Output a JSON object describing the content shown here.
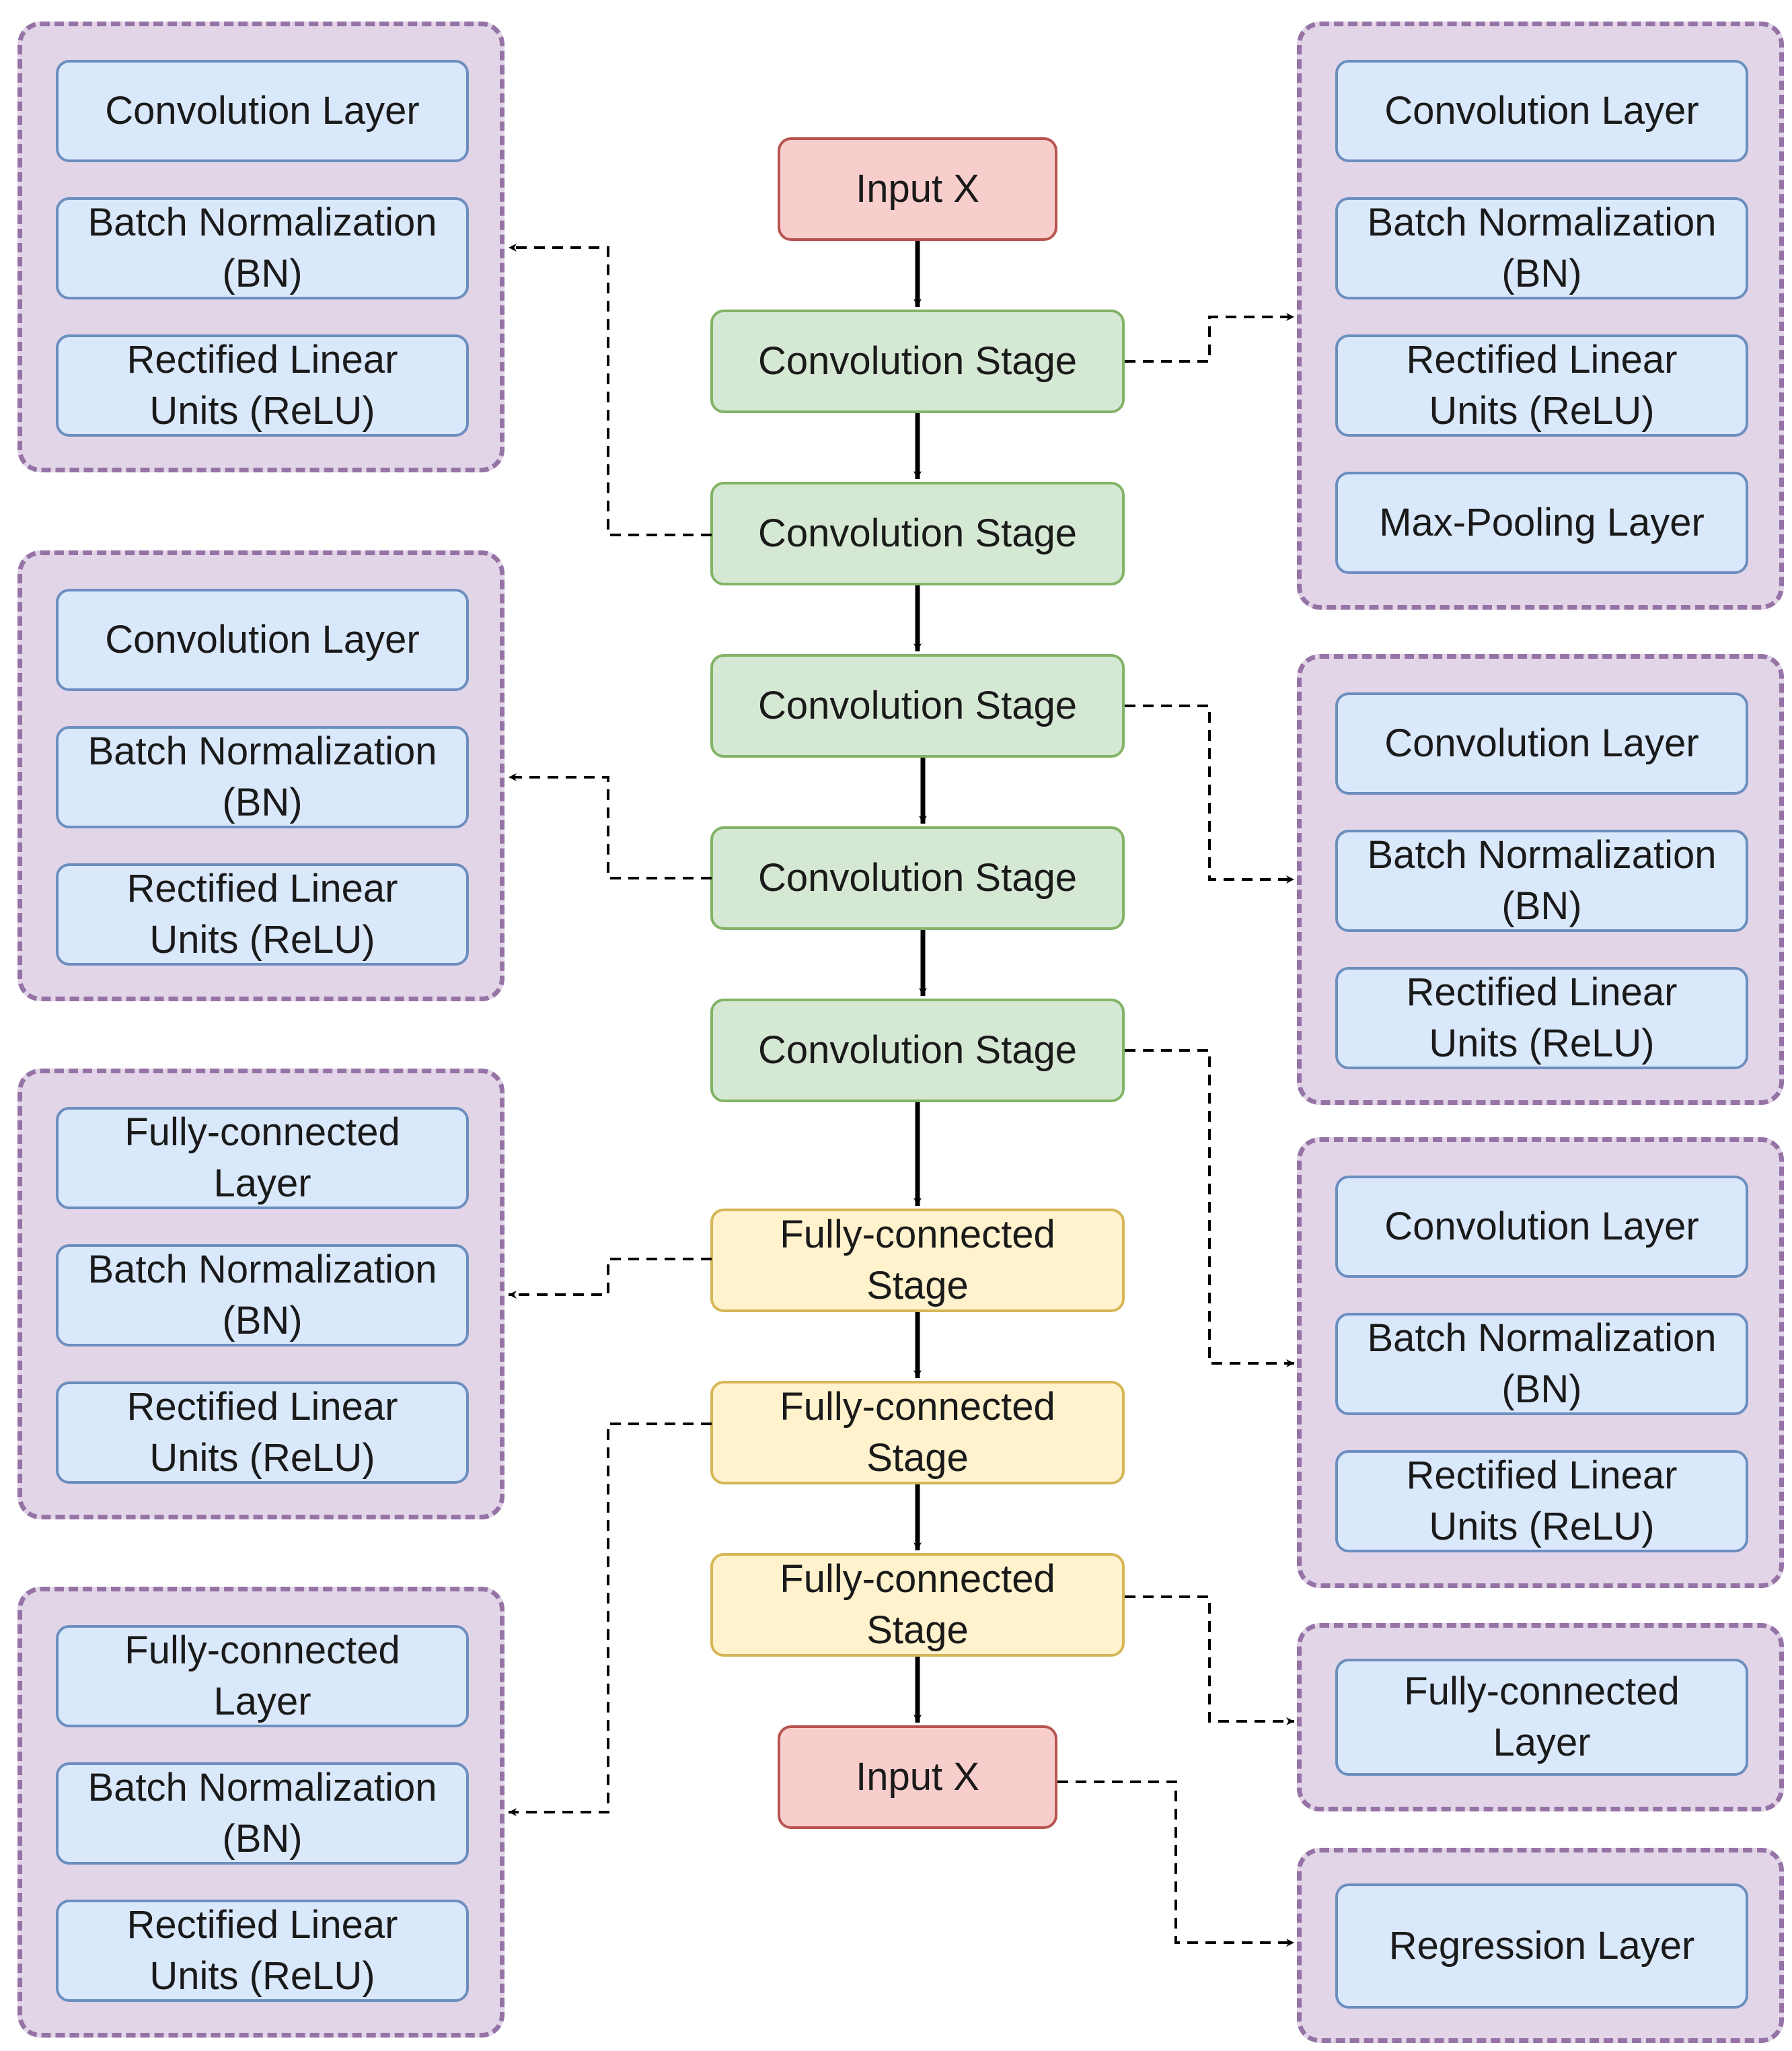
{
  "colors": {
    "layer_fill": "#dae8fc",
    "layer_border": "#6c8ebf",
    "conv_stage_fill": "#d5e8d4",
    "conv_stage_border": "#82b366",
    "fc_stage_fill": "#fff2cc",
    "fc_stage_border": "#d6b656",
    "io_fill": "#f8cecc",
    "io_border": "#b85450",
    "group_fill": "#e1d5e7",
    "group_border": "#9673a6"
  },
  "main_flow": [
    "Input X",
    "Convolution Stage",
    "Convolution Stage",
    "Convolution Stage",
    "Convolution Stage",
    "Convolution Stage",
    "Fully-connected\nStage",
    "Fully-connected\nStage",
    "Fully-connected\nStage",
    "Input X"
  ],
  "left_groups": [
    [
      "Convolution Layer",
      "Batch Normalization\n(BN)",
      "Rectified Linear\nUnits (ReLU)"
    ],
    [
      "Convolution Layer",
      "Batch Normalization\n(BN)",
      "Rectified Linear\nUnits (ReLU)"
    ],
    [
      "Fully-connected\nLayer",
      "Batch Normalization\n(BN)",
      "Rectified Linear\nUnits (ReLU)"
    ],
    [
      "Fully-connected\nLayer",
      "Batch Normalization\n(BN)",
      "Rectified Linear\nUnits (ReLU)"
    ]
  ],
  "right_groups": [
    [
      "Convolution Layer",
      "Batch Normalization\n(BN)",
      "Rectified Linear\nUnits (ReLU)",
      "Max-Pooling Layer"
    ],
    [
      "Convolution Layer",
      "Batch Normalization\n(BN)",
      "Rectified Linear\nUnits (ReLU)"
    ],
    [
      "Convolution Layer",
      "Batch Normalization\n(BN)",
      "Rectified Linear\nUnits (ReLU)"
    ],
    [
      "Fully-connected\nLayer"
    ],
    [
      "Regression Layer"
    ]
  ]
}
